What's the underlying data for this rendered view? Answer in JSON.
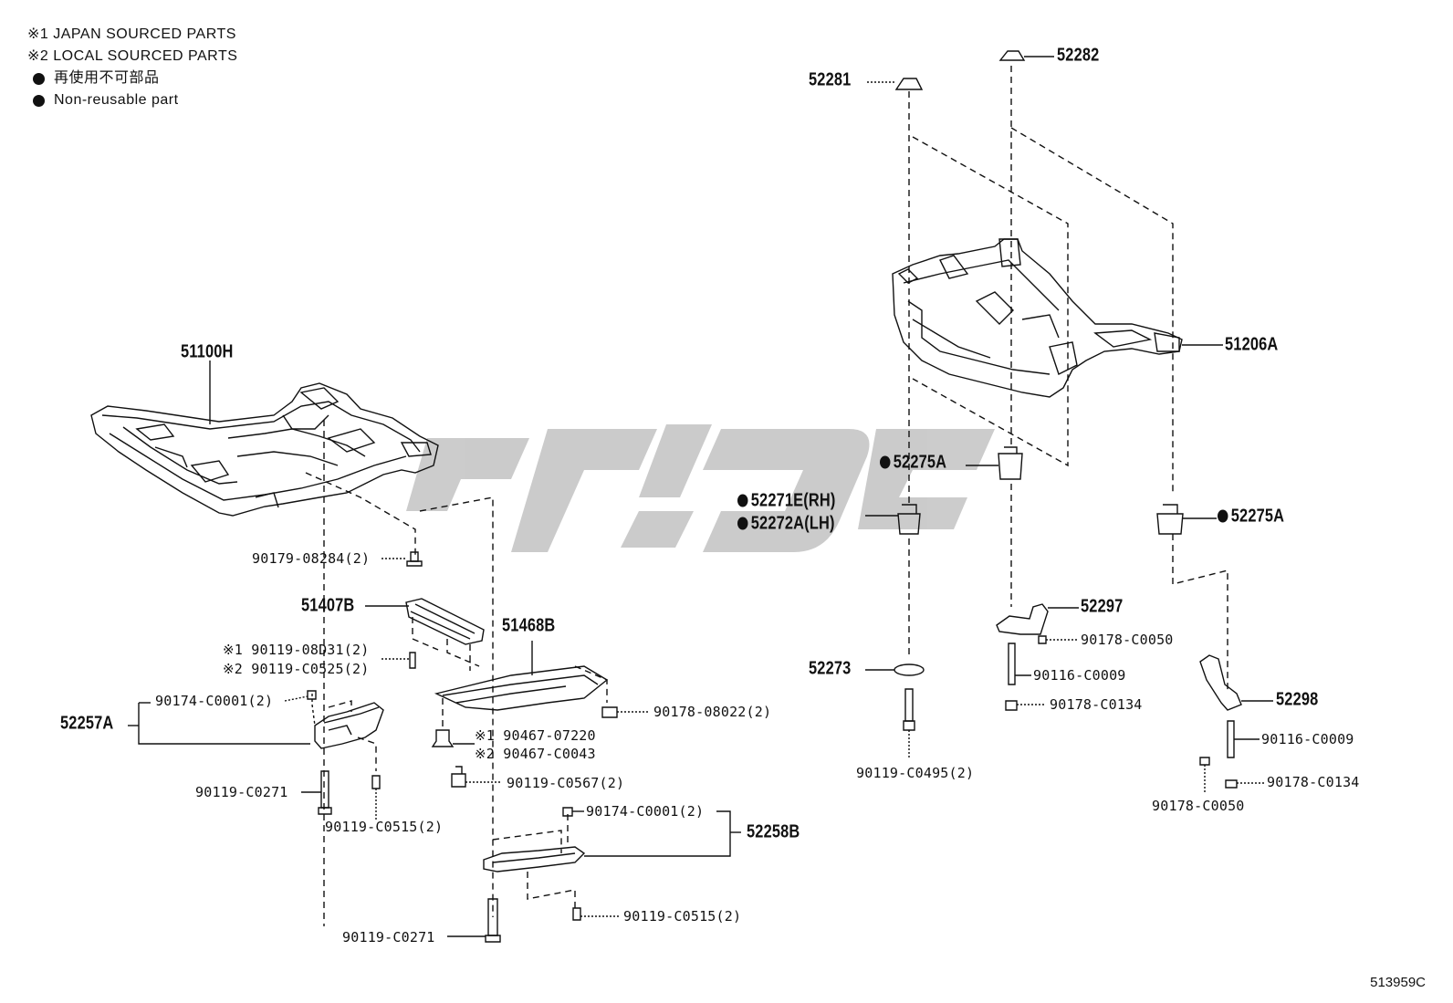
{
  "legend": {
    "line1": "※1 JAPAN SOURCED PARTS",
    "line2": "※2 LOCAL SOURCED PARTS",
    "line3": "再使用不可部品",
    "line4": "Non-reusable part"
  },
  "labels": {
    "l51100H": "51100H",
    "l90179": "90179-08284(2)",
    "l51407B": "51407B",
    "l51468B": "51468B",
    "l90119_08D31": "※1 90119-08D31(2)",
    "l90119_C0525": "※2 90119-C0525(2)",
    "l90174_a": "90174-C0001(2)",
    "l52257A": "52257A",
    "l90178_08022": "90178-08022(2)",
    "l90467_07220": "※1 90467-07220",
    "l90467_C0043": "※2 90467-C0043",
    "l90119_C0567": "90119-C0567(2)",
    "l90119_C0271_a": "90119-C0271",
    "l90119_C0515_a": "90119-C0515(2)",
    "l90174_b": "90174-C0001(2)",
    "l52258B": "52258B",
    "l90119_C0515_b": "90119-C0515(2)",
    "l90119_C0271_b": "90119-C0271",
    "l52281": "52281",
    "l52282": "52282",
    "l51206A": "51206A",
    "l52275A_a": "52275A",
    "l52271E": "52271E(RH)",
    "l52272A": "52272A(LH)",
    "l52275A_b": "52275A",
    "l52297": "52297",
    "l90178_C0050_a": "90178-C0050",
    "l52273": "52273",
    "l90116_C0009_a": "90116-C0009",
    "l90178_C0134_a": "90178-C0134",
    "l52298": "52298",
    "l90116_C0009_b": "90116-C0009",
    "l90119_C0495": "90119-C0495(2)",
    "l90178_C0134_b": "90178-C0134",
    "l90178_C0050_b": "90178-C0050"
  },
  "diagram_code": "513959C",
  "colors": {
    "line": "#111111",
    "watermark": "#c8c8c8"
  }
}
